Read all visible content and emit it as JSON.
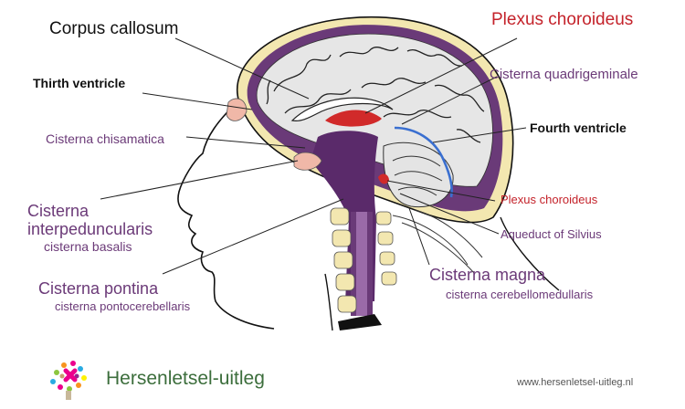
{
  "labels": {
    "corpus_callosum": "Corpus callosum",
    "thirth_ventricle": "Thirth ventricle",
    "cisterna_chisamatica": "Cisterna chisamatica",
    "cisterna_interpeduncularis_1": "Cisterna",
    "cisterna_interpeduncularis_2": "interpeduncularis",
    "cisterna_basalis": "cisterna basalis",
    "cisterna_pontina": "Cisterna pontina",
    "cisterna_pontocerebellaris": "cisterna pontocerebellaris",
    "plexus_choroideus_top": "Plexus choroideus",
    "cisterna_quadrigeminale": "Cisterna quadrigeminale",
    "fourth_ventricle": "Fourth ventricle",
    "plexus_choroideus_mid": "Plexus choroideus",
    "aqueduct_of_silvius": "Aqueduct of Silvius",
    "cisterna_magna": "Cisterna magna",
    "cisterna_cerebellomedullaris": "cisterna cerebellomedullaris"
  },
  "footer": {
    "brand": "Hersenletsel-uitleg",
    "url": "www.hersenletsel-uitleg.nl"
  },
  "colors": {
    "csf_purple": "#5a2a6a",
    "meninges_yellow": "#f3e7b0",
    "plexus_red": "#d12a2a",
    "vessel_blue": "#3a6fd0",
    "label_purple": "#6b3a78",
    "label_red": "#c4222a",
    "brand_green": "#3c6e3c"
  }
}
